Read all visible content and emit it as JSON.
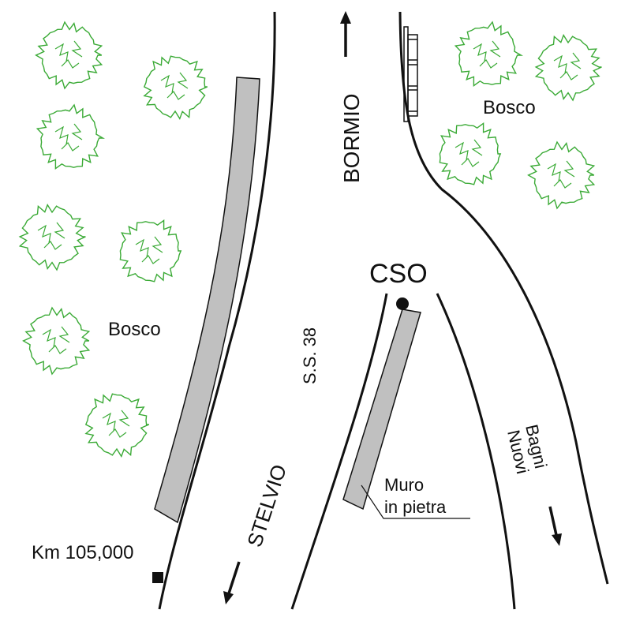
{
  "labels": {
    "bormio": "BORMIO",
    "bosco_right": "Bosco",
    "bosco_left": "Bosco",
    "cso": "CSO",
    "ss38": "S.S. 38",
    "stelvio": "STELVIO",
    "bagni_line1": "Bagni",
    "bagni_line2": "Nuovi",
    "muro_line1": "Muro",
    "muro_line2": "in pietra",
    "km": "Km 105,000"
  },
  "colors": {
    "tree": "#3aaa35",
    "wall": "#c0c0c0",
    "line": "#111111"
  }
}
